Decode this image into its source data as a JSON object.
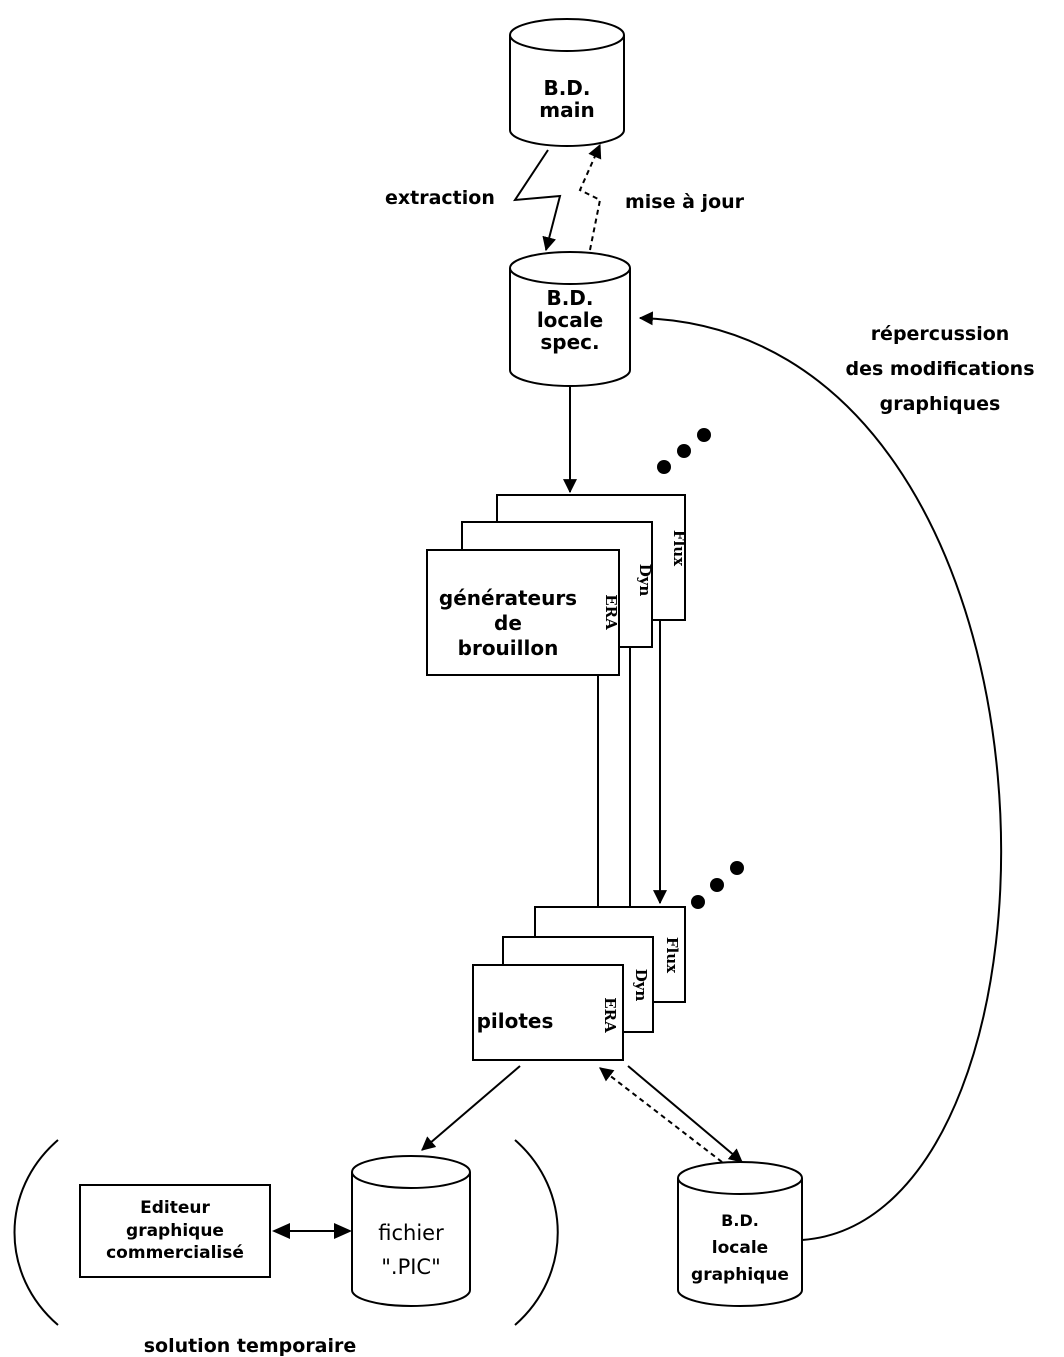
{
  "db_main": {
    "line1": "B.D.",
    "line2": "main"
  },
  "db_locale_spec": {
    "line1": "B.D.",
    "line2": "locale",
    "line3": "spec."
  },
  "db_locale_graphique": {
    "line1": "B.D.",
    "line2": "locale",
    "line3": "graphique"
  },
  "db_fichier": {
    "line1": "fichier",
    "line2": "\".PIC\""
  },
  "labels": {
    "extraction": "extraction",
    "mise_a_jour": "mise à jour",
    "repercussion_1": "répercussion",
    "repercussion_2": "des modifications",
    "repercussion_3": "graphiques",
    "solution": "solution temporaire"
  },
  "generateurs": {
    "line1": "générateurs",
    "line2": "de",
    "line3": "brouillon",
    "tab_era": "ERA",
    "tab_dyn": "Dyn",
    "tab_flux": "Flux"
  },
  "pilotes": {
    "label": "pilotes",
    "tab_era": "ERA",
    "tab_dyn": "Dyn",
    "tab_flux": "Flux"
  },
  "editeur": {
    "line1": "Editeur",
    "line2": "graphique",
    "line3": "commercialisé"
  }
}
